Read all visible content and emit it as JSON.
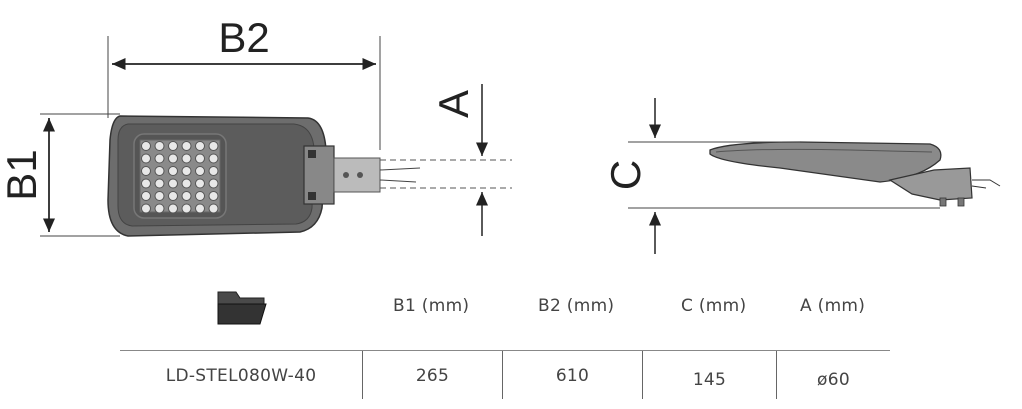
{
  "dimensions": {
    "b1": "B1",
    "b2": "B2",
    "a": "A",
    "c": "C"
  },
  "table": {
    "folder_icon": "folder-icon",
    "headers": [
      "B1 (mm)",
      "B2 (mm)",
      "C (mm)",
      "A (mm)"
    ],
    "row": {
      "model": "LD-STEL080W-40",
      "b1": "265",
      "b2": "610",
      "c": "145",
      "a": "ø60"
    }
  }
}
